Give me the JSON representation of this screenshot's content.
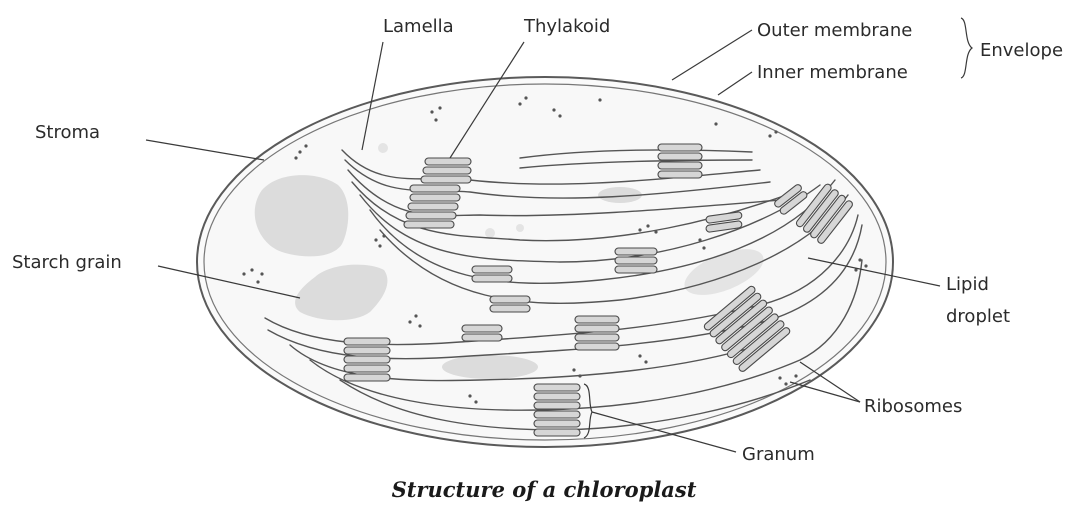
{
  "labels": {
    "lamella": "Lamella",
    "thylakoid": "Thylakoid",
    "outer_membrane": "Outer membrane",
    "inner_membrane": "Inner membrane",
    "envelope": "Envelope",
    "stroma": "Stroma",
    "starch_grain": "Starch grain",
    "lipid_droplet_line1": "Lipid",
    "lipid_droplet_line2": "droplet",
    "ribosomes": "Ribosomes",
    "granum": "Granum"
  },
  "caption": "Structure of a chloroplast"
}
